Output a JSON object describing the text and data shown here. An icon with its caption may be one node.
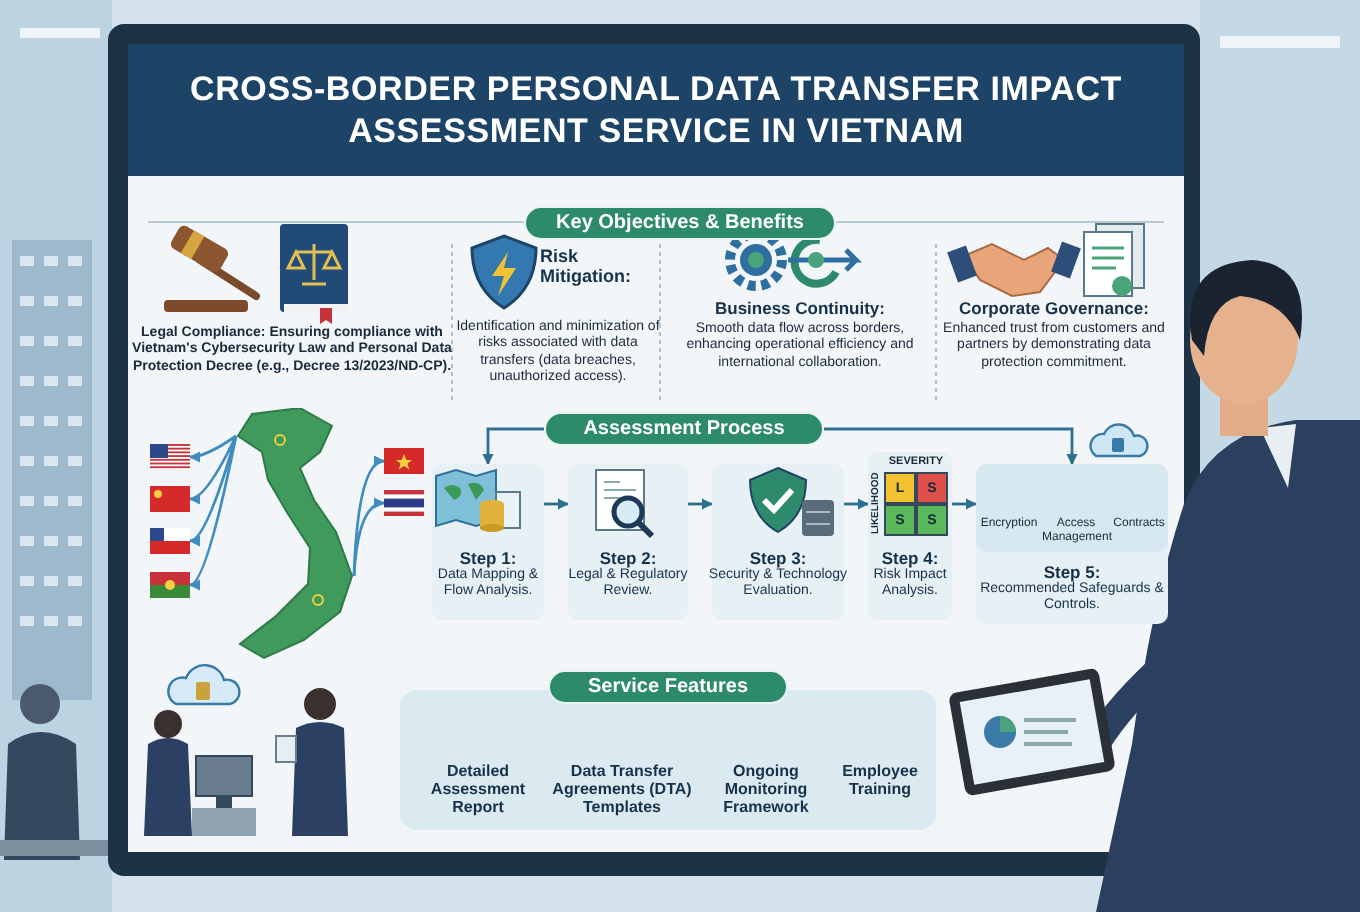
{
  "diagram": {
    "title": "CROSS-BORDER PERSONAL DATA TRANSFER IMPACT ASSESSMENT SERVICE IN VIETNAM",
    "nodes": [
      {
        "text": [
          "Key Objectives & Benefits"
        ]
      },
      {
        "text": [
          "Assessment Process"
        ]
      },
      {
        "text": [],
        "shape": "picture"
      },
      {
        "text": [],
        "shape": "picture"
      },
      {
        "text": [],
        "shape": "picture"
      },
      {
        "text": [],
        "shape": "picture"
      },
      {
        "text": [],
        "shape": "picture"
      },
      {
        "text": [],
        "shape": "picture"
      },
      {
        "text": [],
        "shape": "picture"
      },
      {
        "text": [
          "Step 1:",
          "Data Mapping & Flow Analysis."
        ]
      },
      {
        "text": [
          "Step 2:",
          "Legal & Regulatory Review."
        ]
      },
      {
        "text": [
          "Step 3:",
          "Security & Technology Evaluation."
        ]
      },
      {
        "text": [
          "Step 4:",
          "Risk Impact Analysis."
        ]
      },
      {
        "text": [
          "Step 5:",
          "Recommended Safeguards & Controls."
        ]
      },
      {
        "text": [
          "Service Features"
        ]
      }
    ],
    "edges": [
      {
        "from": 1,
        "to": 9,
        "arrow": "to"
      },
      {
        "from": 1,
        "to": 13,
        "arrow": "to"
      },
      {
        "from": 9,
        "to": 10,
        "arrow": "to"
      },
      {
        "from": 10,
        "to": 11,
        "arrow": "to"
      },
      {
        "from": 11,
        "to": 12,
        "arrow": "to"
      },
      {
        "from": 12,
        "to": 13,
        "arrow": "to"
      },
      {
        "from": 2,
        "to": 3,
        "arrow": "to"
      },
      {
        "from": 2,
        "to": 4,
        "arrow": "to"
      },
      {
        "from": 2,
        "to": 5,
        "arrow": "to"
      },
      {
        "from": 2,
        "to": 6,
        "arrow": "to"
      },
      {
        "from": 2,
        "to": 7,
        "arrow": "to"
      },
      {
        "from": 2,
        "to": 8,
        "arrow": "to"
      }
    ],
    "labels": [
      "Legal Compliance: Ensuring compliance with Vietnam's Cybersecurity Law and Personal Data Protection Decree (e.g., Decree 13/2023/ND-CP).",
      "Risk Mitigation:",
      "Identification and minimization of risks associated with data transfers (data breaches, unauthorized access).",
      "Business Continuity:",
      "Smooth data flow across borders, enhancing operational efficiency and international collaboration.",
      "Corporate Governance:",
      "Enhanced trust from customers and partners by demonstrating data protection commitment.",
      "SEVERITY",
      "LIKELIHOOD",
      "L",
      "S",
      "S",
      "S",
      "Encryption",
      "Access Management",
      "Contracts",
      "Detailed Assessment Report",
      "Data Transfer Agreements (DTA) Templates",
      "Ongoing Monitoring Framework",
      "Employee Training"
    ]
  }
}
